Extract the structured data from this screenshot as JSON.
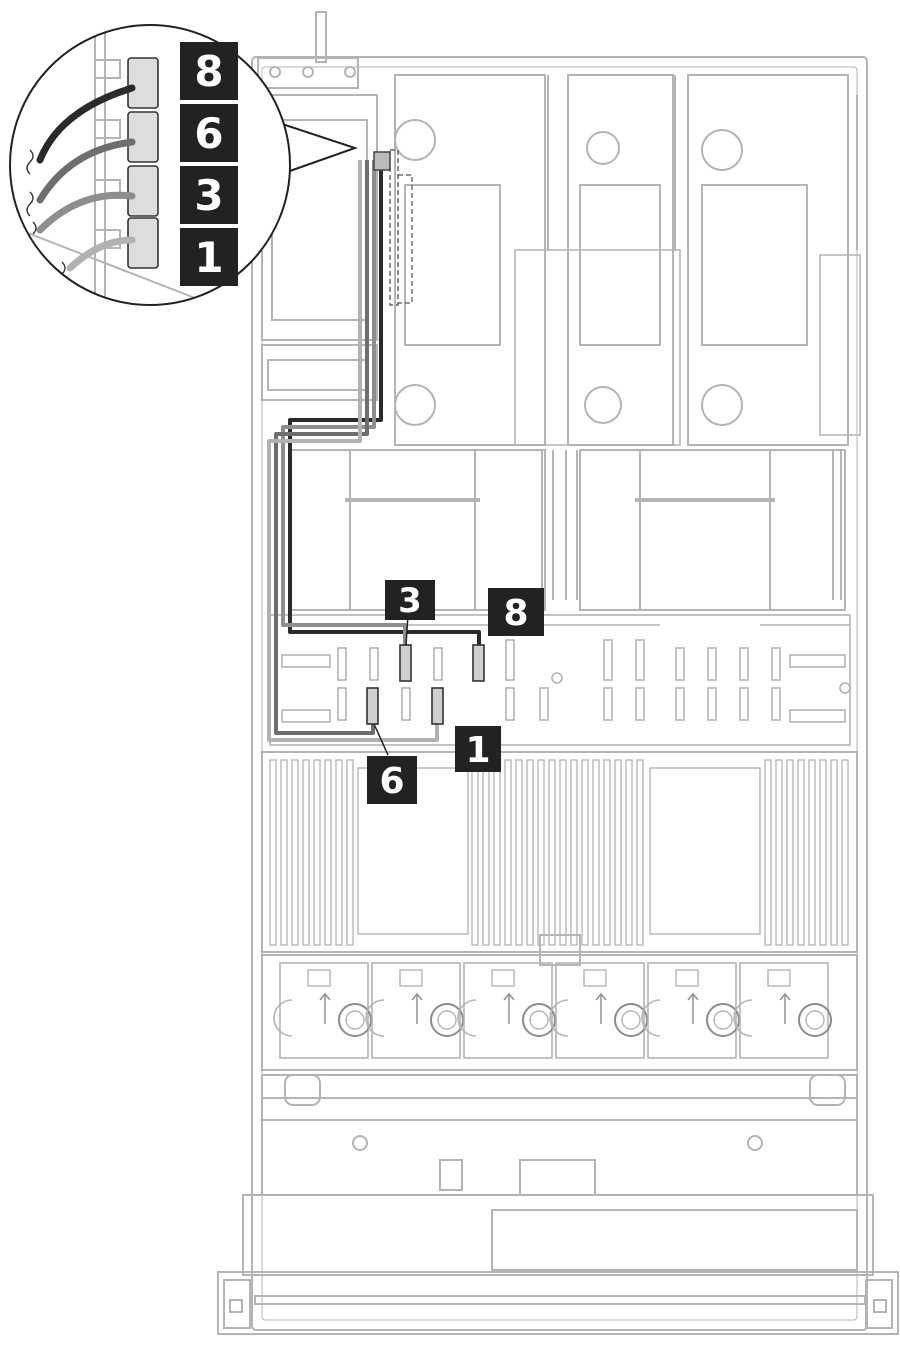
{
  "colors": {
    "chassis_line": "#b4b4b4",
    "chassis_dark": "#8c8c8c",
    "badge_bg": "#222222",
    "badge_text": "#ffffff",
    "cable_8": "#2a2a2a",
    "cable_6": "#6e6e6e",
    "cable_3": "#8e8e8e",
    "cable_1": "#b2b2b2",
    "connector_fill": "#cfcfcf"
  },
  "callout": {
    "badges": [
      {
        "id": "8",
        "label": "8"
      },
      {
        "id": "6",
        "label": "6"
      },
      {
        "id": "3",
        "label": "3"
      },
      {
        "id": "1",
        "label": "1"
      }
    ]
  },
  "board_labels": [
    {
      "id": "3",
      "label": "3"
    },
    {
      "id": "8",
      "label": "8"
    },
    {
      "id": "1",
      "label": "1"
    },
    {
      "id": "6",
      "label": "6"
    }
  ],
  "icons": [
    "magnifier-callout",
    "cable-connector",
    "fan-module",
    "dimm-slot",
    "riser-card"
  ]
}
